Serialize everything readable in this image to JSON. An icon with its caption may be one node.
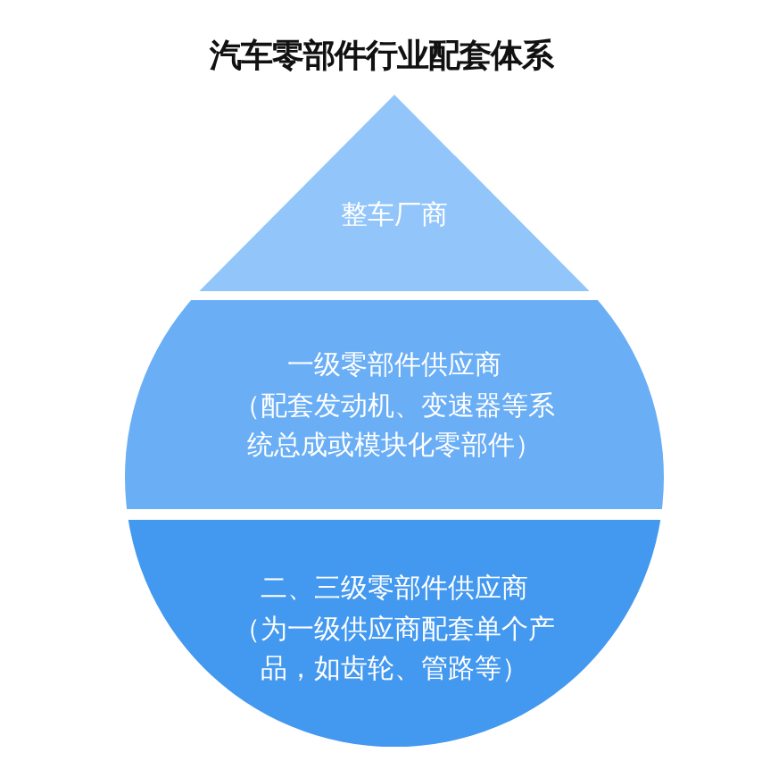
{
  "diagram": {
    "title": "汽车零部件行业配套体系",
    "nodes": [
      {
        "text": [
          "整车厂商"
        ]
      },
      {
        "text": [
          "一级零部件供应商",
          "（配套发动机、变速器等系统总成或模块化零部件）"
        ]
      },
      {
        "text": [
          "二、三级零部件供应商",
          "（为一级供应商配套单个产品，如齿轮、管路等）"
        ]
      }
    ]
  }
}
